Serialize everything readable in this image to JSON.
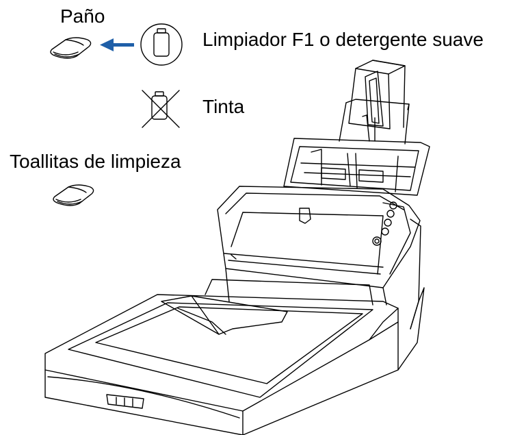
{
  "labels": {
    "cloth": "Paño",
    "cleaner": "Limpiador F1 o detergente suave",
    "ink": "Tinta",
    "wipes": "Toallitas de limpieza"
  },
  "colors": {
    "arrow": "#1f5fa8",
    "line": "#000000"
  },
  "icons": [
    "cloth-icon",
    "arrow-left-icon",
    "bottle-icon",
    "crossed-bottle-icon",
    "wipes-icon",
    "scanner-illustration"
  ]
}
